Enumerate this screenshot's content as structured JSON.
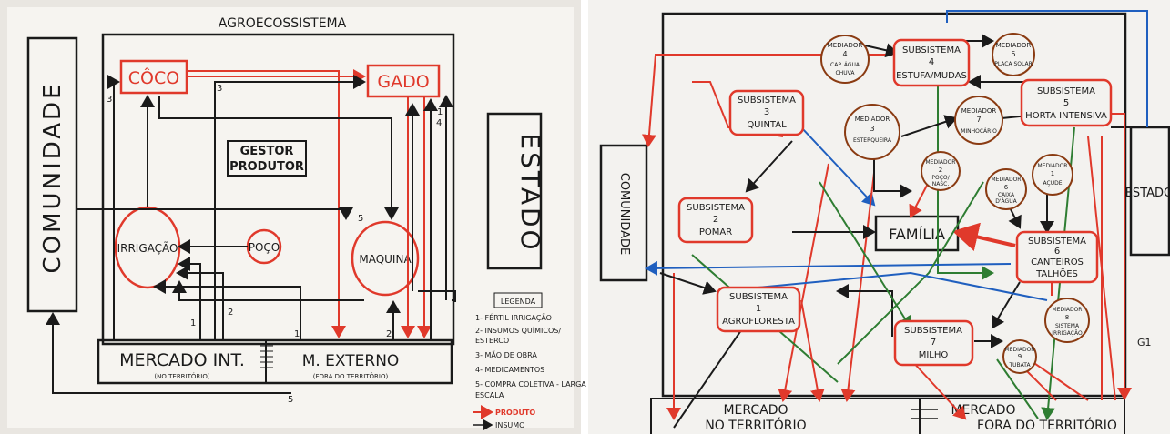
{
  "left": {
    "title": "AGROECOSSISTEMA",
    "comunidade": "COMUNIDADE",
    "estado": "ESTADO",
    "coco": "CÔCO",
    "gado": "GADO",
    "gestor_line1": "GESTOR",
    "gestor_line2": "PRODUTOR",
    "irrigacao": "IRRIGAÇÃO",
    "poco": "POÇO",
    "maquina": "MAQUINA",
    "mercado_int": "MERCADO  INT.",
    "mercado_int_sub": "(NO TERRITÓRIO)",
    "mercado_ext": "M. EXTERNO",
    "mercado_ext_sub": "(FORA DO TERRITÓRIO)",
    "nums": {
      "n1a": "1",
      "n1b": "1",
      "n2a": "2",
      "n2b": "2",
      "n3a": "3",
      "n3b": "3",
      "n4": "4",
      "n5a": "5",
      "n5b": "5",
      "n1c": "1"
    },
    "legend": {
      "title": "LEGENDA",
      "items": [
        "1- FÉRTIL IRRIGAÇÃO",
        "2- INSUMOS QUÍMICOS/",
        "     ESTERCO",
        "3- MÃO DE OBRA",
        "4- MEDICAMENTOS",
        "5- COMPRA COLETIVA - LARGA",
        "     ESCALA"
      ],
      "produto": "PRODUTO",
      "insumo": "INSUMO"
    }
  },
  "right": {
    "comunidade": "COMUNIDADE",
    "estado": "ESTADO",
    "g1": "G1",
    "familia": "FAMÍLIA",
    "mercado_no_1": "MERCADO",
    "mercado_no_2": "NO  TERRITÓRIO",
    "mercado_fora_1": "MERCADO",
    "mercado_fora_2": "FORA  DO  TERRITÓRIO",
    "subsistemas": {
      "s4": [
        "SUBSISTEMA",
        "4",
        "ESTUFA/MUDAS"
      ],
      "s5": [
        "SUBSISTEMA",
        "5",
        "HORTA  INTENSIVA"
      ],
      "s3": [
        "SUBSISTEMA",
        "3",
        "QUINTAL"
      ],
      "s2": [
        "SUBSISTEMA",
        "2",
        "POMAR"
      ],
      "s6": [
        "SUBSISTEMA",
        "6",
        "CANTEIROS",
        "TALHÕES"
      ],
      "s1": [
        "SUBSISTEMA",
        "1",
        "AGROFLORESTA"
      ],
      "s7": [
        "SUBSISTEMA",
        "7",
        "MILHO"
      ]
    },
    "mediadores": {
      "m4": [
        "MEDIADOR",
        "4",
        "CAP. ÁGUA",
        "CHUVA"
      ],
      "m5": [
        "MEDIADOR",
        "5",
        "PLACA SOLAR"
      ],
      "m3": [
        "MEDIADOR",
        "3",
        "ESTERQUEIRA"
      ],
      "m7": [
        "MEDIADOR",
        "7",
        "MINHOCÁRIO"
      ],
      "m2": [
        "MEDIADOR",
        "2",
        "POÇO/",
        "NASC."
      ],
      "m6": [
        "MEDIADOR",
        "6",
        "CAIXA",
        "D'ÁGUA"
      ],
      "m1": [
        "MEDIADOR",
        "1",
        "AÇUDE"
      ],
      "m8": [
        "MEDIADOR",
        "8",
        "SISTEMA",
        "IRRIGAÇÃO"
      ],
      "m9": [
        "MEDIADOR",
        "9",
        "TUBATA"
      ]
    }
  },
  "colors": {
    "red": "#e0392b",
    "black": "#1a1a1a",
    "green": "#2e7d32",
    "blue": "#1f5fbf",
    "brown": "#8a3b12"
  }
}
